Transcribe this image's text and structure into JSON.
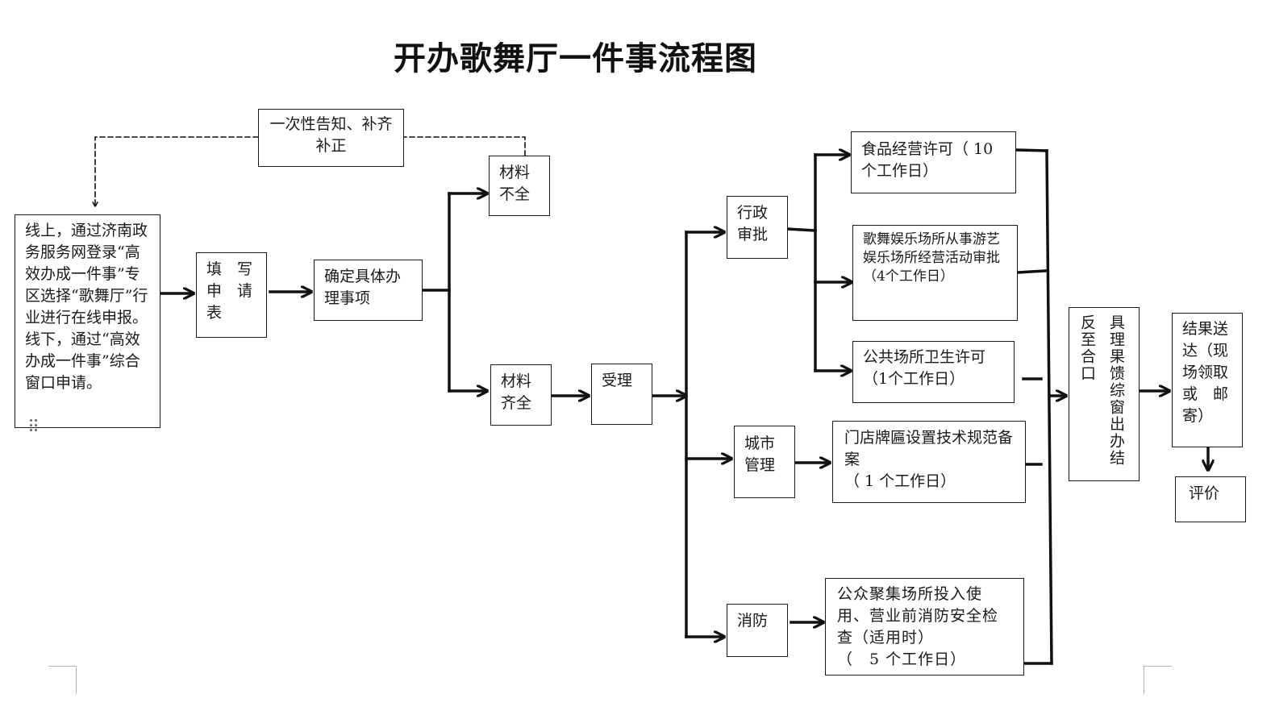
{
  "title": "开办歌舞厅一件事流程图",
  "boxes": {
    "notify": "一次性告知、补齐补正",
    "online": "线上，通过济南政务服务网登录“高效办成一件事”专区选择“歌舞厅”行业进行在线申报。线下，通过“高效办成一件事”综合窗口申请。",
    "fill_form": "填　写\n申　请\n表",
    "determine": "确定具体办理事项",
    "incomplete": "材料\n不全",
    "complete": "材料\n齐全",
    "accept": "受理",
    "admin": "行政\n审批",
    "city": "城市\n管理",
    "fire": "消防",
    "food": "食品经营许可（ 10 个工作日）",
    "dance": "歌舞娱乐场所从事游艺娱乐场所经营活动审批\n（4个工作日）",
    "hygiene": "公共场所卫生许可\n（1个工作日）",
    "signboard": "门店牌匾设置技术规范备案\n（ 1 个工作日）",
    "fire_check": "公众聚集场所投入使用、营业前消防安全检查（适用时）\n（　5 个工作日）",
    "feedback": "具理果馈综窗出办结反至合口",
    "delivery": "结果送达（现场领取或　邮寄）",
    "evaluate": "评价"
  },
  "colors": {
    "line": "#111111",
    "border": "#1a1a1a"
  }
}
